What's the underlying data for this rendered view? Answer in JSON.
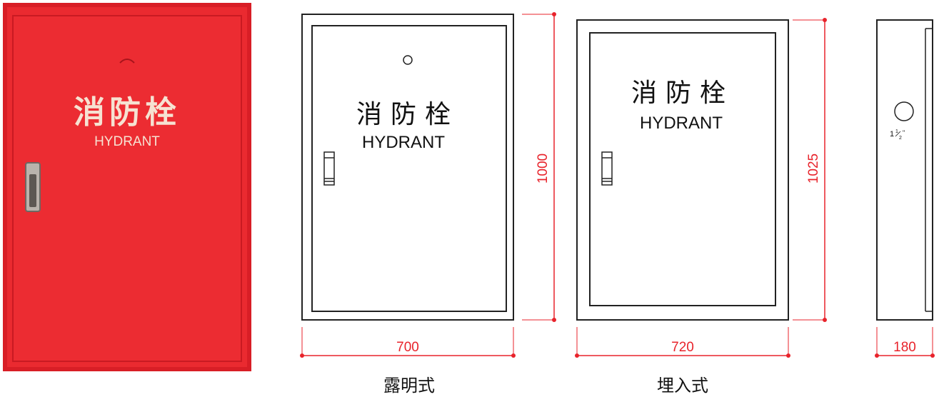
{
  "cabinet_photo": {
    "title_cn": "消防栓",
    "title_en": "HYDRANT",
    "body_color": "#e8232b",
    "text_color": "#f4d9c8"
  },
  "surface_mount": {
    "title_cn": "消防栓",
    "title_en": "HYDRANT",
    "width_label": "700",
    "height_label": "1000",
    "caption": "露明式"
  },
  "flush_mount": {
    "title_cn": "消防栓",
    "title_en": "HYDRANT",
    "width_label": "720",
    "height_label": "1025",
    "caption": "埋入式"
  },
  "side_view": {
    "pipe_size_whole": "1",
    "pipe_size_num": "1",
    "pipe_size_den": "2",
    "pipe_size_unit": "\"",
    "depth_label": "180"
  },
  "colors": {
    "dimension": "#e8232b",
    "outline": "#222222"
  }
}
